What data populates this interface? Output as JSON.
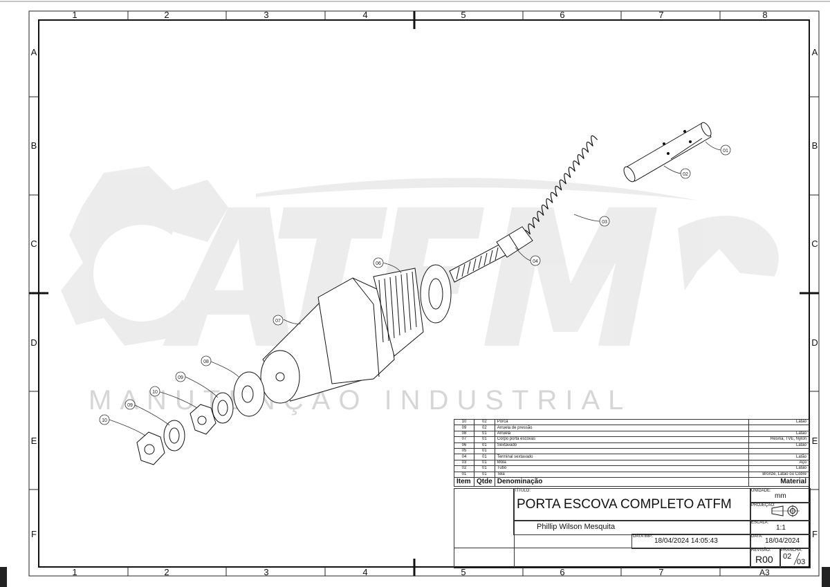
{
  "sheet": {
    "columns": [
      "1",
      "2",
      "3",
      "4",
      "5",
      "6",
      "7",
      "8"
    ],
    "rows": [
      "A",
      "B",
      "C",
      "D",
      "E",
      "F"
    ]
  },
  "watermark": {
    "logo": "ATFM",
    "tagline": "MANUTENÇÃO INDUSTRIAL"
  },
  "balloons": [
    "01",
    "02",
    "03",
    "04",
    "06",
    "07",
    "08",
    "09",
    "10",
    "09",
    "10"
  ],
  "bom": {
    "header": {
      "item": "Item",
      "qty": "Qtde",
      "name": "Denominação",
      "material": "Material"
    },
    "rows": [
      {
        "item": "10",
        "qty": "02",
        "name": "Porca",
        "material": "Latão"
      },
      {
        "item": "09",
        "qty": "02",
        "name": "Arruela de pressão",
        "material": ""
      },
      {
        "item": "08",
        "qty": "01",
        "name": "Arruela",
        "material": "Latão"
      },
      {
        "item": "07",
        "qty": "01",
        "name": "Corpo porta escovas",
        "material": "Resina, TVE, Nylon"
      },
      {
        "item": "06",
        "qty": "01",
        "name": "Sextavado",
        "material": "Latão"
      },
      {
        "item": "05",
        "qty": "01",
        "name": "",
        "material": ""
      },
      {
        "item": "04",
        "qty": "01",
        "name": "Terminal sextavado",
        "material": "Latão"
      },
      {
        "item": "03",
        "qty": "01",
        "name": "Mola",
        "material": "Aço"
      },
      {
        "item": "02",
        "qty": "01",
        "name": "Tubo",
        "material": "Latão"
      },
      {
        "item": "01",
        "qty": "01",
        "name": "Tela",
        "material": "Bronze, Latão ou Cobre"
      }
    ]
  },
  "title_block": {
    "titulo_label": "TÍTULO:",
    "title": "PORTA ESCOVA COMPLETO ATFM",
    "author": "Phillip Wilson Mesquita",
    "unidade_label": "UNIDADE:",
    "unidade": "mm",
    "projecao_label": "PROJEÇÃO:",
    "escala_label": "ESCALA:",
    "escala": "1:1",
    "data_imp_label": "DATA IMP.:",
    "data_imp": "18/04/2024 14:05:43",
    "data_label": "DATA:",
    "data": "18/04/2024",
    "revisao_label": "REVISÃO:",
    "revisao": "R00",
    "prancha_label": "PRANCHA:",
    "prancha": "02",
    "prancha_total": "03",
    "format": "A3"
  }
}
